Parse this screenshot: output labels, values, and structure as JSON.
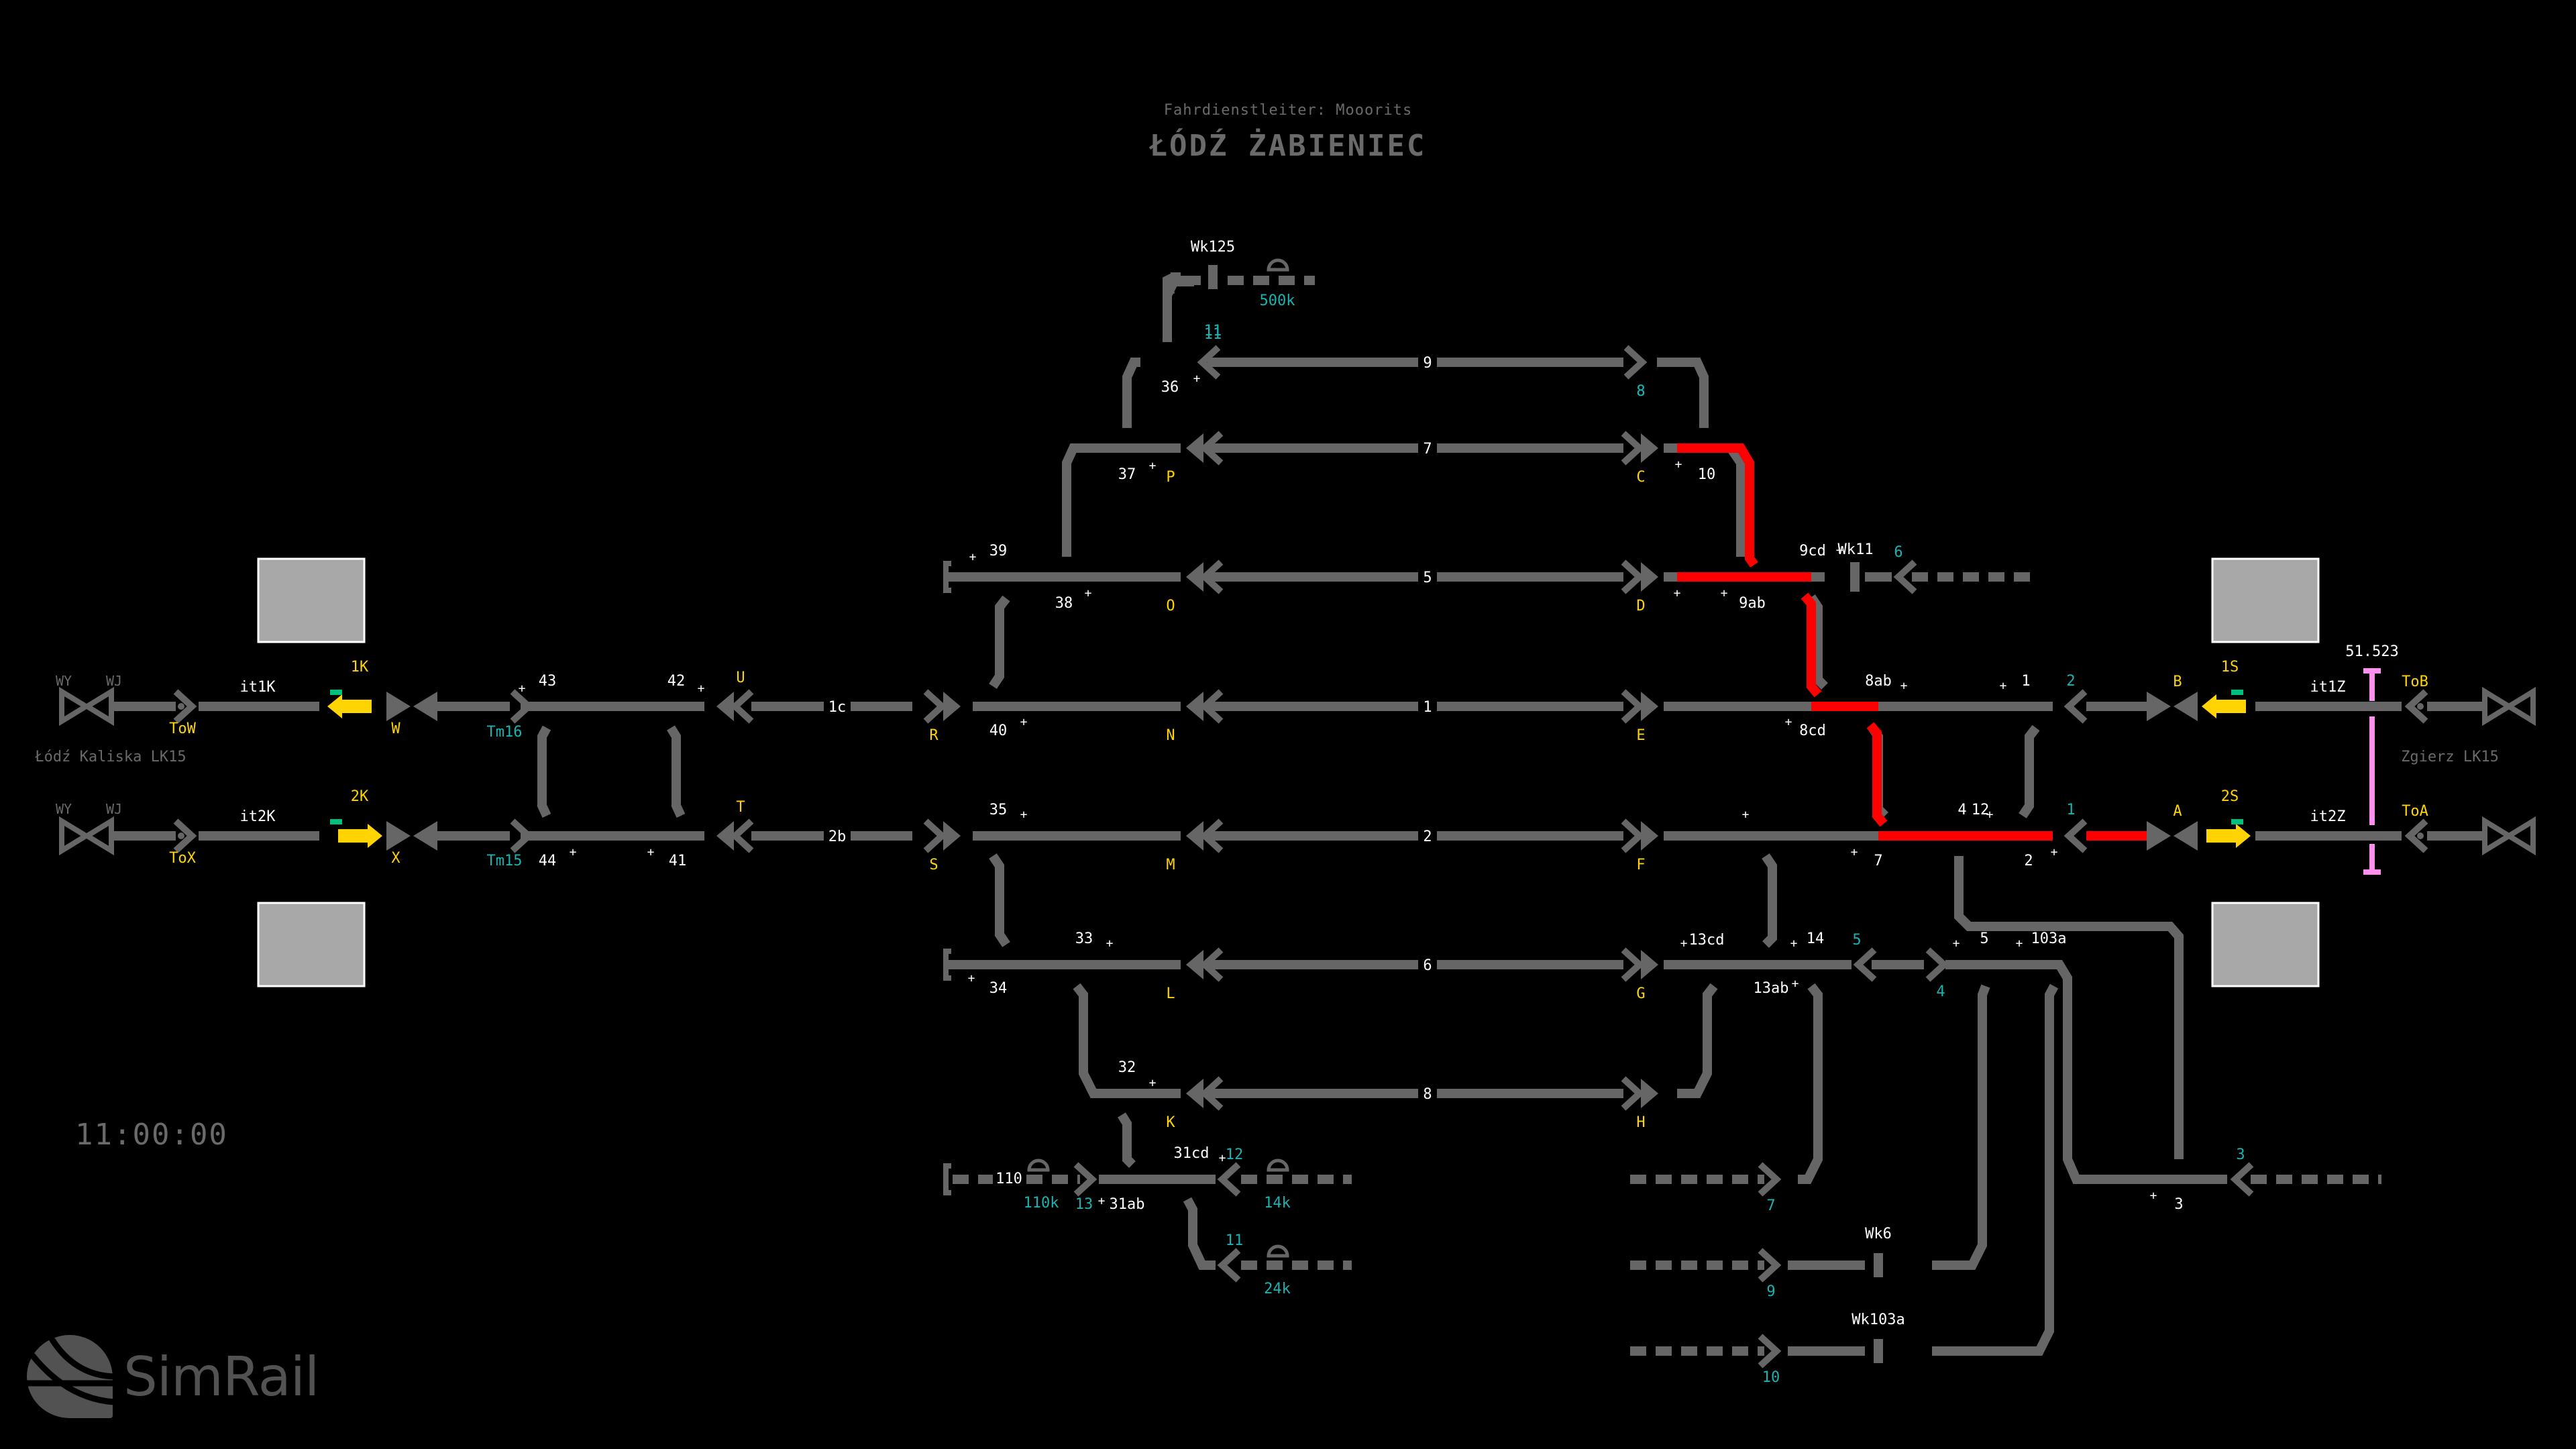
{
  "header": {
    "dispatcher": "Fahrdienstleiter: Mooorits",
    "station": "ŁÓDŹ ŻABIENIEC"
  },
  "clock": "11:00:00",
  "logo": {
    "text": "SimRail",
    "icon": "simrail-logo-icon"
  },
  "colors": {
    "background": "#000000",
    "track_idle": "#666666",
    "track_locked": "#ff0000",
    "signal_label": "#ffd400",
    "track_number": "#1ab3b3",
    "switch_label": "#ffffff",
    "muted_text": "#6a6a6a",
    "signal_arrow": "#ffd400",
    "signal_lamp": "#00c080",
    "boundary_marker": "#ff90f0",
    "panel_box": "#a8a8a8"
  },
  "directions": {
    "left": "Łódź Kaliska LK15",
    "right": "Zgierz LK15"
  },
  "block_markers": [
    "WY",
    "WJ",
    "WY",
    "WJ"
  ],
  "line_blocks": {
    "left": [
      {
        "block": "it1K",
        "to_signal": "ToW",
        "entry_signal": "1K",
        "entry_dir": "left",
        "home_signal": "W"
      },
      {
        "block": "it2K",
        "to_signal": "ToX",
        "entry_signal": "2K",
        "entry_dir": "right",
        "home_signal": "X"
      }
    ],
    "right": [
      {
        "block": "it1Z",
        "to_signal": "ToB",
        "entry_signal": "1S",
        "entry_dir": "left",
        "home_signal": "B"
      },
      {
        "block": "it2Z",
        "to_signal": "ToA",
        "entry_signal": "2S",
        "entry_dir": "right",
        "home_signal": "A"
      }
    ]
  },
  "kilometre_marker": "51.523",
  "tracks": [
    {
      "track": "9",
      "left_signal": "11",
      "right_signal": "8"
    },
    {
      "track": "7",
      "left_signal": "P",
      "right_signal": "C"
    },
    {
      "track": "5",
      "left_signal": "O",
      "right_signal": "D"
    },
    {
      "track": "1",
      "left_signal": "N",
      "right_signal": "E"
    },
    {
      "track": "2",
      "left_signal": "M",
      "right_signal": "F"
    },
    {
      "track": "6",
      "left_signal": "L",
      "right_signal": "G"
    },
    {
      "track": "8",
      "left_signal": "K",
      "right_signal": "H"
    },
    {
      "track": "1c",
      "left_signal": "U",
      "right_signal": "R"
    },
    {
      "track": "2b",
      "left_signal": "T",
      "right_signal": "S"
    }
  ],
  "shunting_signals": [
    "Tm16",
    "Tm15",
    "11",
    "8",
    "6",
    "2",
    "1",
    "5",
    "4",
    "3",
    "7",
    "9",
    "10",
    "12",
    "13",
    "11"
  ],
  "switches": [
    "43",
    "42",
    "44",
    "41",
    "40",
    "39",
    "38",
    "37",
    "36",
    "35",
    "34",
    "33",
    "32",
    "31cd",
    "31ab",
    "110",
    "10",
    "9cd",
    "9ab",
    "8ab",
    "8cd",
    "1",
    "12",
    "7",
    "4",
    "2",
    "13cd",
    "13ab",
    "14",
    "5",
    "103a",
    "3"
  ],
  "derailers": [
    "Wk125",
    "Wk11",
    "Wk6",
    "Wk103a"
  ],
  "sidings": [
    {
      "name": "500k"
    },
    {
      "name": "110k"
    },
    {
      "name": "14k"
    },
    {
      "name": "24k"
    }
  ],
  "active_route": {
    "from": "C",
    "to": "ToA",
    "state": "locked"
  }
}
